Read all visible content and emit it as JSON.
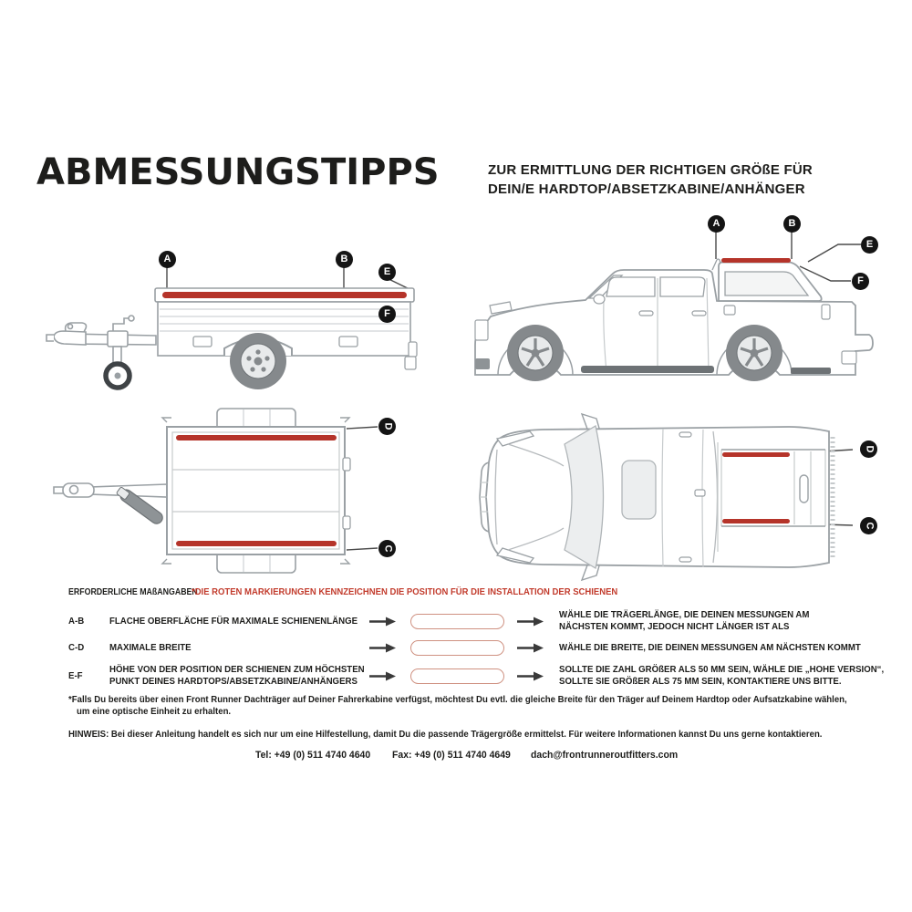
{
  "header": {
    "title": "ABMESSUNGSTIPPS",
    "subtitle_line1": "ZUR ERMITTLUNG DER RICHTIGEN GRÖßE FÜR",
    "subtitle_line2": "DEIN/E HARDTOP/ABSETZKABINE/ANHÄNGER"
  },
  "diagram_labels": {
    "a": "A",
    "b": "B",
    "c": "C",
    "d": "D",
    "e": "E",
    "f": "F"
  },
  "measurements": {
    "heading": "ERFORDERLICHE MAßANGABEN",
    "red_note": "*DIE ROTEN MARKIERUNGEN KENNZEICHNEN DIE POSITION FÜR DIE INSTALLATION DER SCHIENEN",
    "rows": [
      {
        "label": "A-B",
        "desc_line1": "FLACHE OBERFLÄCHE FÜR MAXIMALE SCHIENENLÄNGE",
        "desc_line2": "",
        "result_line1": "WÄHLE DIE TRÄGERLÄNGE, DIE DEINEN MESSUNGEN AM",
        "result_line2": "NÄCHSTEN KOMMT, JEDOCH NICHT LÄNGER IST ALS"
      },
      {
        "label": "C-D",
        "desc_line1": "MAXIMALE BREITE",
        "desc_line2": "",
        "result_line1": "WÄHLE DIE BREITE, DIE DEINEN MESSUNGEN AM NÄCHSTEN KOMMT",
        "result_line2": ""
      },
      {
        "label": "E-F",
        "desc_line1": "HÖHE VON DER POSITION DER SCHIENEN ZUM HÖCHSTEN",
        "desc_line2": "PUNKT DEINES HARDTOPS/ABSETZKABINE/ANHÄNGERS",
        "result_line1": "SOLLTE DIE ZAHL GRÖßER ALS 50 MM SEIN, WÄHLE DIE „HOHE VERSION“,",
        "result_line2": "SOLLTE SIE GRÖßER ALS 75 MM SEIN, KONTAKTIERE UNS BITTE."
      }
    ]
  },
  "footnotes": {
    "asterisk_line1": "*Falls Du bereits über einen Front Runner Dachträger auf Deiner Fahrerkabine verfügst, möchtest Du evtl. die gleiche Breite für den Träger auf Deinem Hardtop oder Aufsatzkabine wählen,",
    "asterisk_line2": "um eine optische Einheit zu erhalten.",
    "hinweis": "HINWEIS: Bei dieser Anleitung handelt es sich nur um eine Hilfestellung, damit Du die passende Trägergröße ermittelst. Für weitere Informationen kannst Du uns gerne kontaktieren."
  },
  "contact": {
    "tel": "Tel: +49 (0) 511 4740 4640",
    "fax": "Fax: +49 (0) 511 4740 4649",
    "email": "dach@frontrunneroutfitters.com"
  },
  "colors": {
    "rail_marking_red": "#b5342a",
    "note_red": "#c23b2c",
    "input_outline": "#cf9181",
    "line_art_gray": "#9aa0a4",
    "text_black": "#1d1d1b"
  }
}
